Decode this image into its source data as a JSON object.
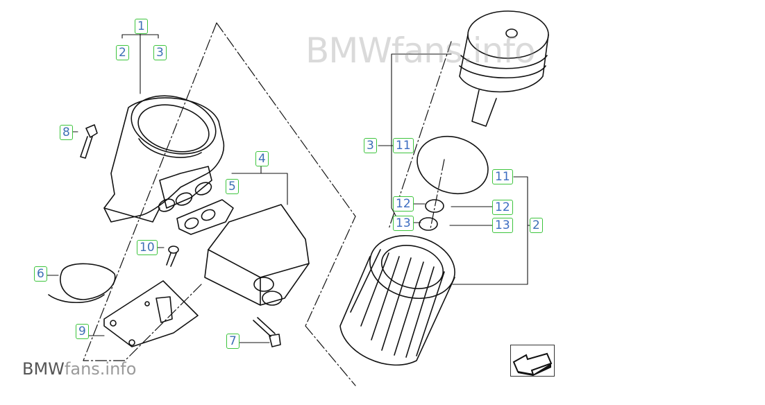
{
  "watermark": {
    "brand": "BMW",
    "domain_suffix": "fans.info",
    "top_text": "BMWfans.info"
  },
  "callouts": [
    {
      "id": "c1",
      "label": "1"
    },
    {
      "id": "c2a",
      "label": "2"
    },
    {
      "id": "c3a",
      "label": "3"
    },
    {
      "id": "c8",
      "label": "8"
    },
    {
      "id": "c4",
      "label": "4"
    },
    {
      "id": "c5",
      "label": "5"
    },
    {
      "id": "c10",
      "label": "10"
    },
    {
      "id": "c6",
      "label": "6"
    },
    {
      "id": "c9",
      "label": "9"
    },
    {
      "id": "c7",
      "label": "7"
    },
    {
      "id": "c3b",
      "label": "3"
    },
    {
      "id": "c11a",
      "label": "11"
    },
    {
      "id": "c11b",
      "label": "11"
    },
    {
      "id": "c12a",
      "label": "12"
    },
    {
      "id": "c12b",
      "label": "12"
    },
    {
      "id": "c13a",
      "label": "13"
    },
    {
      "id": "c13b",
      "label": "13"
    },
    {
      "id": "c2b",
      "label": "2"
    }
  ],
  "navigation": {
    "icon": "back-arrow-icon"
  }
}
